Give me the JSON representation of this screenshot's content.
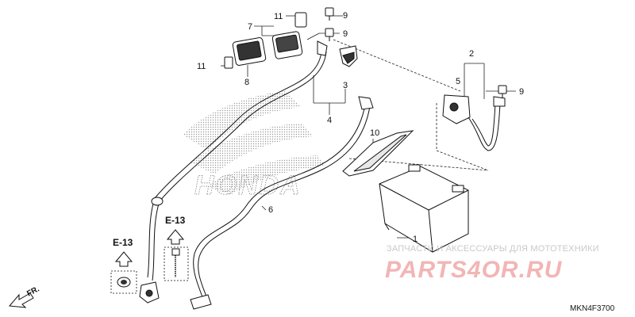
{
  "callouts": {
    "c1": "1",
    "c2": "2",
    "c3": "3",
    "c4": "4",
    "c5": "5",
    "c6": "6",
    "c7": "7",
    "c8": "8",
    "c9a": "9",
    "c9b": "9",
    "c9c": "9",
    "c10": "10",
    "c11a": "11",
    "c11b": "11"
  },
  "references": {
    "left": "E-13",
    "right": "E-13"
  },
  "watermark": {
    "brand": "HONDA",
    "text": "ЗАПЧАСТИ И АКСЕССУАРЫ ДЛЯ МОТОТЕХНИКИ",
    "logo": "PARTS4OR.RU"
  },
  "direction": {
    "label": "FR."
  },
  "diagram_code": "MKN4F3700"
}
